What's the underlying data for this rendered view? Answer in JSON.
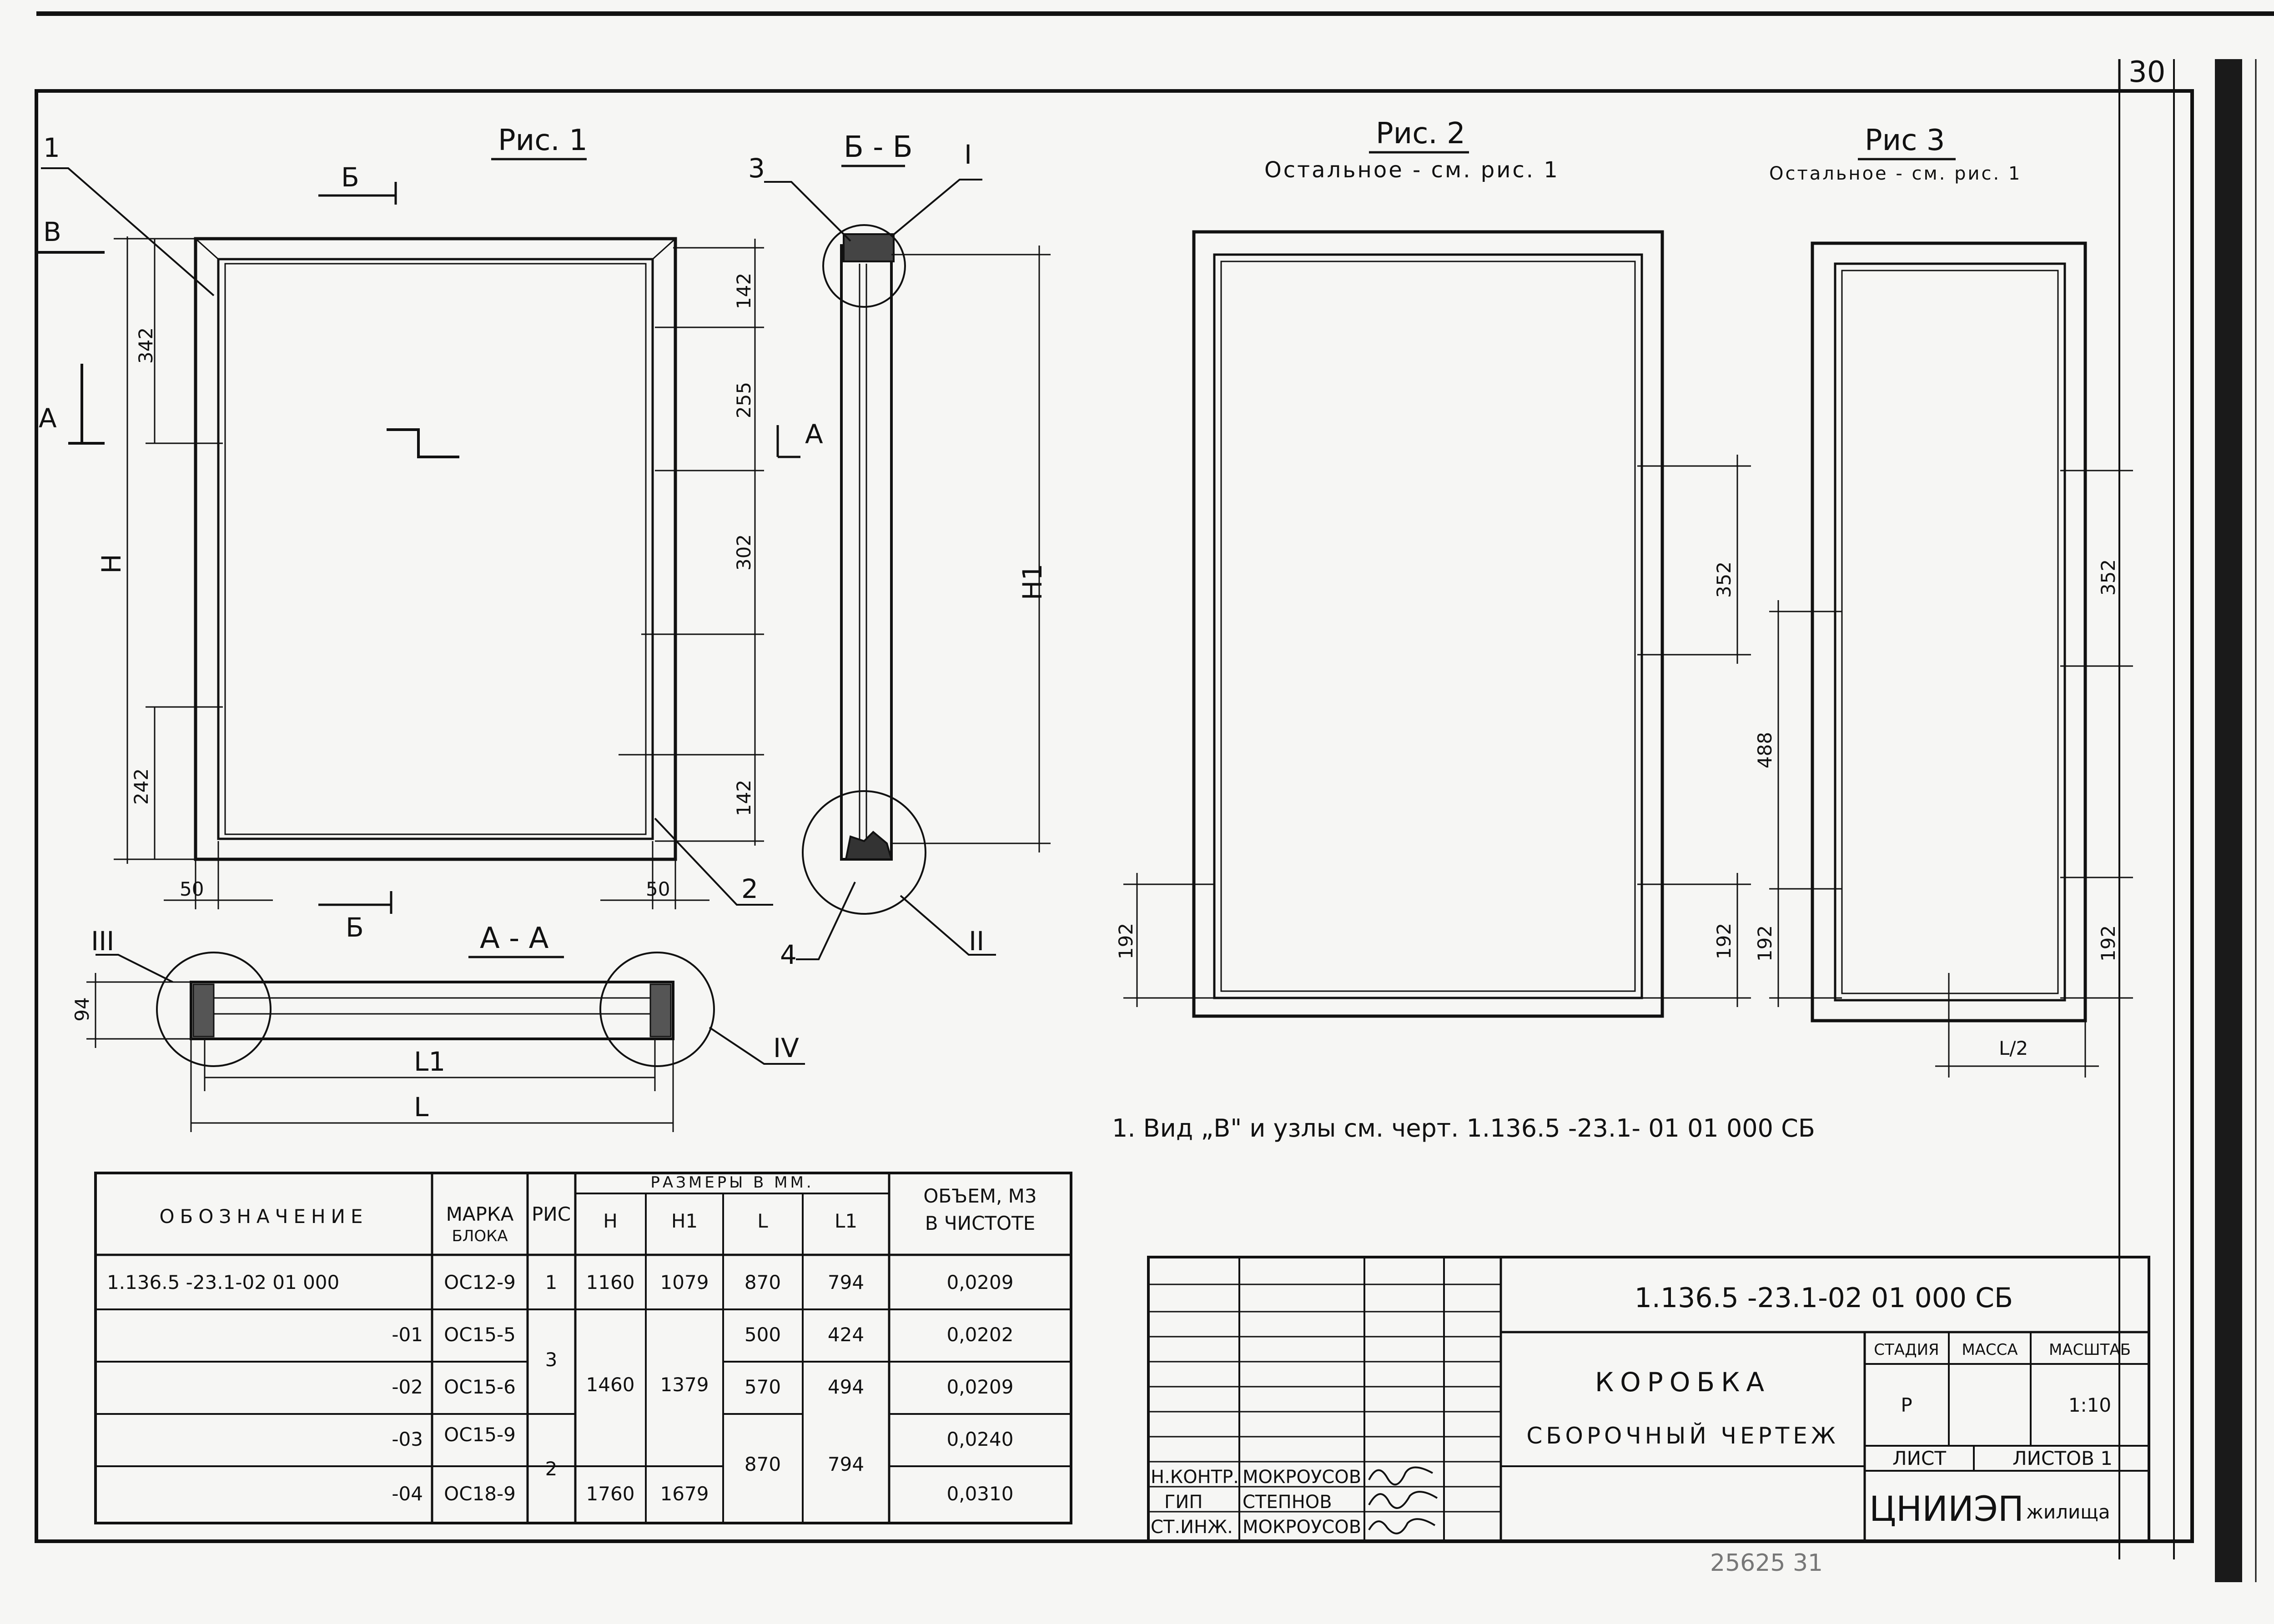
{
  "sheet_number": "30",
  "figures": {
    "fig1": {
      "title": "Рис. 1"
    },
    "fig2": {
      "title": "Рис. 2",
      "subtitle": "Остальное - см. рис. 1"
    },
    "fig3": {
      "title": "Рис 3",
      "subtitle": "Остальное - см. рис. 1"
    },
    "section_bb": {
      "title": "Б - Б"
    },
    "section_aa": {
      "title": "А - А"
    }
  },
  "callouts": {
    "fig1_leader_1": "1",
    "fig1_leader_2": "2",
    "bb_leader_3": "3",
    "bb_leader_4": "4",
    "node_I": "I",
    "node_II": "II",
    "node_III": "III",
    "node_IV": "IV",
    "view_B": "В",
    "cut_A": "А",
    "cut_B": "Б"
  },
  "dimensions": {
    "fig1": {
      "d342": "342",
      "dH": "H",
      "d242": "242",
      "d142_top": "142",
      "d255": "255",
      "d302": "302",
      "d142_bot": "142",
      "d50_left": "50",
      "d50_right": "50"
    },
    "bb": {
      "dH1": "H1"
    },
    "aa": {
      "d94": "94",
      "dL1": "L1",
      "dL": "L"
    },
    "fig2": {
      "d352": "352",
      "d192_left": "192",
      "d192_right": "192"
    },
    "fig3": {
      "d488": "488",
      "d352": "352",
      "d192_left": "192",
      "d192_right": "192",
      "dL2": "L/2"
    }
  },
  "note": "1. Вид „В\" и узлы см. черт. 1.136.5 -23.1- 01 01 000 СБ",
  "spec_table": {
    "headers": {
      "designation": "ОБОЗНАЧЕНИЕ",
      "mark": "МАРКА",
      "mark2": "БЛОКА",
      "fig": "РИС",
      "sizes": "РАЗМЕРЫ В ММ.",
      "H": "H",
      "H1": "H1",
      "L": "L",
      "L1": "L1",
      "volume": "ОБЪЕМ, М3",
      "volume2": "В ЧИСТОТЕ"
    },
    "rows": [
      {
        "designation": "1.136.5 -23.1-02 01 000",
        "mark": "ОС12-9",
        "fig": "1",
        "H": "1160",
        "H1": "1079",
        "L": "870",
        "L1": "794",
        "volume": "0,0209"
      },
      {
        "designation": "-01",
        "mark": "ОС15-5",
        "fig": "3",
        "H": "1460",
        "H1": "1379",
        "L": "500",
        "L1": "424",
        "volume": "0,0202"
      },
      {
        "designation": "-02",
        "mark": "ОС15-6",
        "L": "570",
        "L1": "494",
        "volume": "0,0209"
      },
      {
        "designation": "-03",
        "mark": "ОС15-9",
        "fig": "2",
        "L": "870",
        "L1": "794",
        "volume": "0,0240"
      },
      {
        "designation": "-04",
        "mark": "ОС18-9",
        "H": "1760",
        "H1": "1679",
        "volume": "0,0310"
      }
    ]
  },
  "title_block": {
    "doc_code": "1.136.5 -23.1-02 01 000 СБ",
    "name_line1": "КОРОБКА",
    "name_line2": "СБОРОЧНЫЙ ЧЕРТЕЖ",
    "stage_label": "СТАДИЯ",
    "mass_label": "МАССА",
    "scale_label": "МАСШТАБ",
    "stage": "Р",
    "scale": "1:10",
    "sheet_label": "ЛИСТ",
    "sheets_label": "ЛИСТОВ 1",
    "org": "ЦНИИЭП",
    "org2": "жилища",
    "signatures": [
      {
        "role": "Н.КОНТР.",
        "name": "МОКРОУСОВ"
      },
      {
        "role": "ГИП",
        "name": "СТЕПНОВ"
      },
      {
        "role": "СТ.ИНЖ.",
        "name": "МОКРОУСОВ"
      }
    ]
  },
  "archive_number": "25625   31"
}
